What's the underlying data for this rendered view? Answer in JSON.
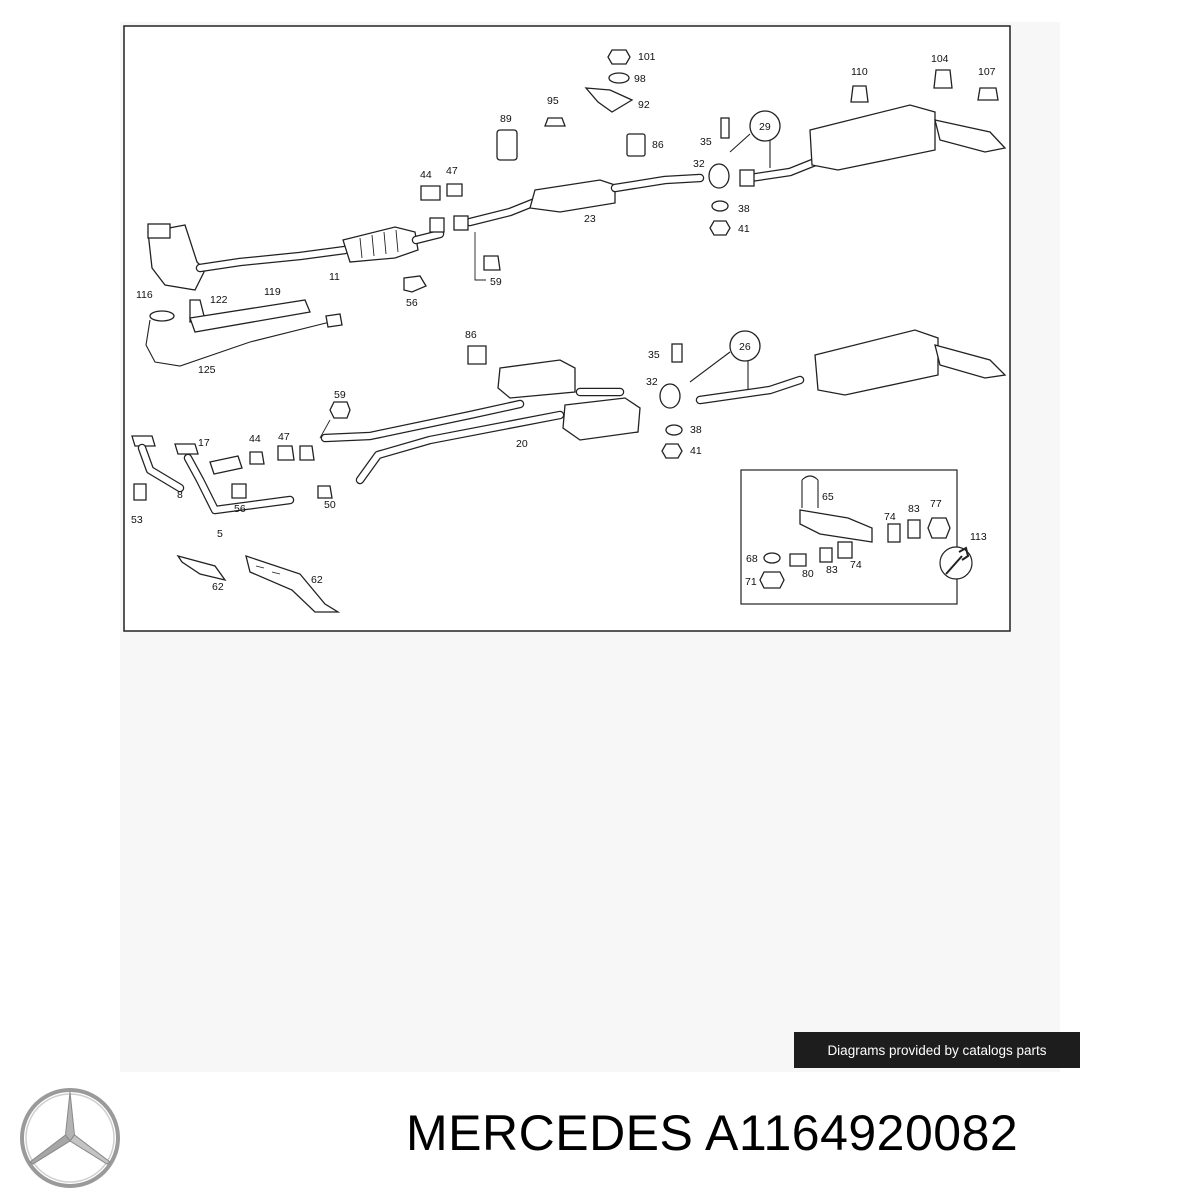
{
  "diagram": {
    "callouts": {
      "c101": "101",
      "c98": "98",
      "c92": "92",
      "c95": "95",
      "c89": "89",
      "c86a": "86",
      "c35a": "35",
      "c32a": "32",
      "c29": "29",
      "c110": "110",
      "c104": "104",
      "c107": "107",
      "c44a": "44",
      "c47a": "47",
      "c23": "23",
      "c38a": "38",
      "c41a": "41",
      "c11": "11",
      "c56a": "56",
      "c59a": "59",
      "c116": "116",
      "c122": "122",
      "c119": "119",
      "c125": "125",
      "c86b": "86",
      "c35b": "35",
      "c26": "26",
      "c32b": "32",
      "c59b": "59",
      "c17": "17",
      "c44b": "44",
      "c47b": "47",
      "c20": "20",
      "c38b": "38",
      "c41b": "41",
      "c8": "8",
      "c56b": "56",
      "c53": "53",
      "c50": "50",
      "c5": "5",
      "c62a": "62",
      "c62b": "62",
      "c65": "65",
      "c74a": "74",
      "c83a": "83",
      "c77": "77",
      "c113": "113",
      "c68": "68",
      "c80": "80",
      "c83b": "83",
      "c74b": "74",
      "c71": "71"
    }
  },
  "credit": "Diagrams provided by catalogs parts",
  "title": "MERCEDES A1164920082",
  "icons": {
    "logo": "mercedes-star-icon",
    "tool": "wrench-icon"
  }
}
